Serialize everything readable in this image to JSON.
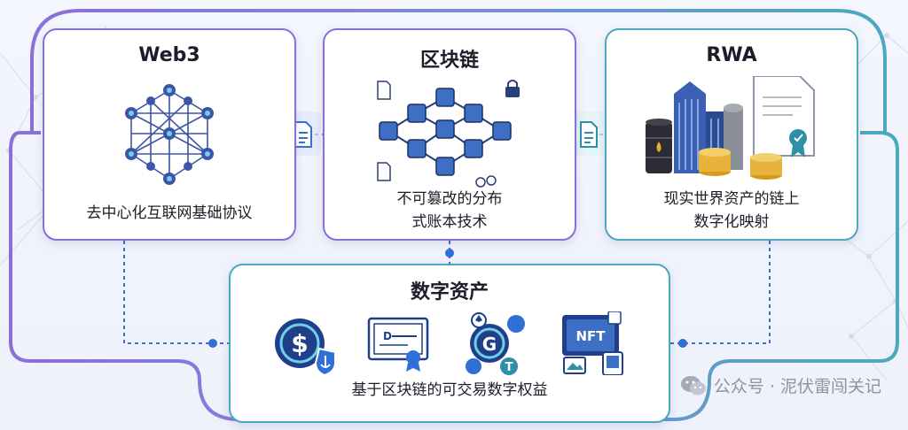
{
  "cards": {
    "web3": {
      "title": "Web3",
      "desc": "去中心化互联网基础协议"
    },
    "blockchain": {
      "title": "区块链",
      "desc_line1": "不可篡改的分布",
      "desc_line2": "式账本技术"
    },
    "rwa": {
      "title": "RWA",
      "desc_line1": "现实世界资产的链上",
      "desc_line2": "数字化映射"
    },
    "digital_assets": {
      "title": "数字资产",
      "desc": "基于区块链的可交易数字权益",
      "nft_label": "NFT",
      "contract_letter": "D"
    }
  },
  "watermark": {
    "text": "公众号 · 泥伏雷闯关记"
  },
  "colors": {
    "purple": "#8b6fd9",
    "teal": "#4aa9bf",
    "navy": "#1f3f8a",
    "blue": "#2f6fd6"
  }
}
